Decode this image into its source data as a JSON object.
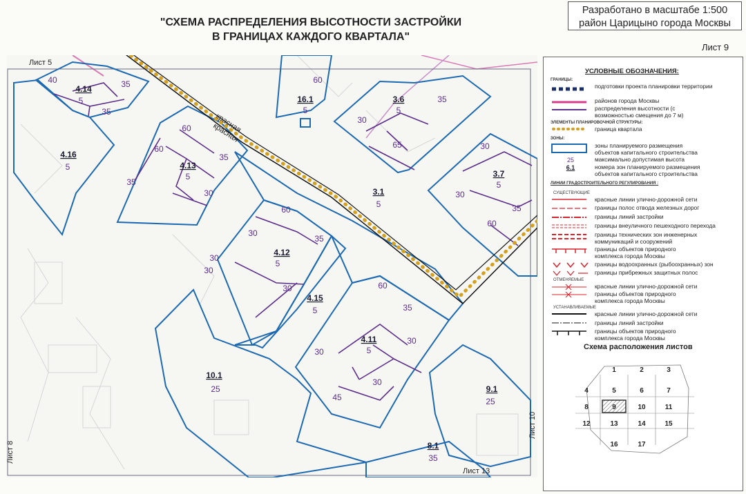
{
  "header": {
    "title_line1": "\"СХЕМА РАСПРЕДЕЛЕНИЯ ВЫСОТНОСТИ ЗАСТРОЙКИ",
    "title_line2": "В ГРАНИЦАХ КАЖДОГО КВАРТАЛА\"",
    "scale_line1": "Разработано в масштабе 1:500",
    "scale_line2": "район Царицыно города Москвы",
    "sheet": "Лист 9"
  },
  "map": {
    "sheet_labels": {
      "top": "Лист 5",
      "left": "Лист 8",
      "right": "Лист 10",
      "bottom": "Лист 13"
    },
    "street_labels": [
      "красная",
      "красная"
    ],
    "zones": [
      {
        "id": "4.14",
        "height": "5"
      },
      {
        "id": "16.1",
        "height": "5"
      },
      {
        "id": "3.6",
        "height": "5"
      },
      {
        "id": "4.16",
        "height": "5"
      },
      {
        "id": "4.13",
        "height": "5"
      },
      {
        "id": "3.1",
        "height": "5"
      },
      {
        "id": "3.7",
        "height": "5"
      },
      {
        "id": "4.12",
        "height": "5"
      },
      {
        "id": "4.15",
        "height": "5"
      },
      {
        "id": "4.11",
        "height": "5"
      },
      {
        "id": "10.1",
        "height": "25"
      },
      {
        "id": "9.1",
        "height": "25"
      },
      {
        "id": "8.1",
        "height": "35"
      }
    ],
    "heights": [
      "40",
      "35",
      "35",
      "60",
      "60",
      "35",
      "30",
      "65",
      "60",
      "30",
      "35",
      "35",
      "30",
      "30",
      "30",
      "35",
      "60",
      "60",
      "30",
      "35",
      "30",
      "60",
      "35",
      "30",
      "30",
      "30",
      "45",
      "30"
    ]
  },
  "legend": {
    "title": "УСЛОВНЫЕ ОБОЗНАЧЕНИЯ:",
    "boundaries_head": "ГРАНИЦЫ:",
    "boundaries": [
      "подготовки проекта планировки территории",
      "районов города Москвы",
      "распределения высотности (с возможностью смещения до 7 м)"
    ],
    "structure_head": "ЭЛЕМЕНТЫ ПЛАНИРОВОЧНОЙ СТРУКТУРЫ:",
    "structure": [
      "граница квартала"
    ],
    "zones_head": "ЗОНЫ:",
    "zones": [
      "зоны планируемого размещения объектов капитального строительства",
      "максимально допустимая высота",
      "номера зон планируемого размещения объектов капитального строительства"
    ],
    "zone_sample_height": "25",
    "zone_sample_number": "6.1",
    "lines_head": "ЛИНИИ ГРАДОСТРОИТЕЛЬНОГО РЕГУЛИРОВАНИЯ :",
    "existing_head": "СУЩЕСТВУЮЩИЕ",
    "existing": [
      "красные линии улично-дорожной сети",
      "границы полос отвода железных дорог",
      "границы линий застройки",
      "границы внеуличного пешеходного перехода",
      "границы технических зон инженерных коммуникаций и сооружений",
      "границы объектов природного комплекса города Москвы",
      "границы водоохранных (рыбоохранных) зон",
      "границы прибрежных защитных полос"
    ],
    "cancelled_head": "ОТМЕНЯЕМЫЕ",
    "cancelled": [
      "красные линии улично-дорожной сети",
      "границы объектов природного комплекса города Москвы"
    ],
    "established_head": "УСТАНАВЛИВАЕМЫЕ",
    "established": [
      "красные линии улично-дорожной сети",
      "границы линий застройки",
      "границы объектов природного комплекса города Москвы"
    ],
    "sheet_scheme_title": "Схема расположения листов",
    "sheet_numbers": [
      "1",
      "2",
      "3",
      "4",
      "5",
      "6",
      "7",
      "8",
      "9",
      "10",
      "11",
      "12",
      "13",
      "14",
      "15",
      "16",
      "17"
    ],
    "current_sheet": "9"
  },
  "colors": {
    "zone_border": "#1c69b2",
    "height_line": "#5b2e8a",
    "district_line": "#d63c8c",
    "quarter_dots": "#d4a020",
    "red_line": "#d8202a",
    "boundary": "#1a2e6e"
  }
}
